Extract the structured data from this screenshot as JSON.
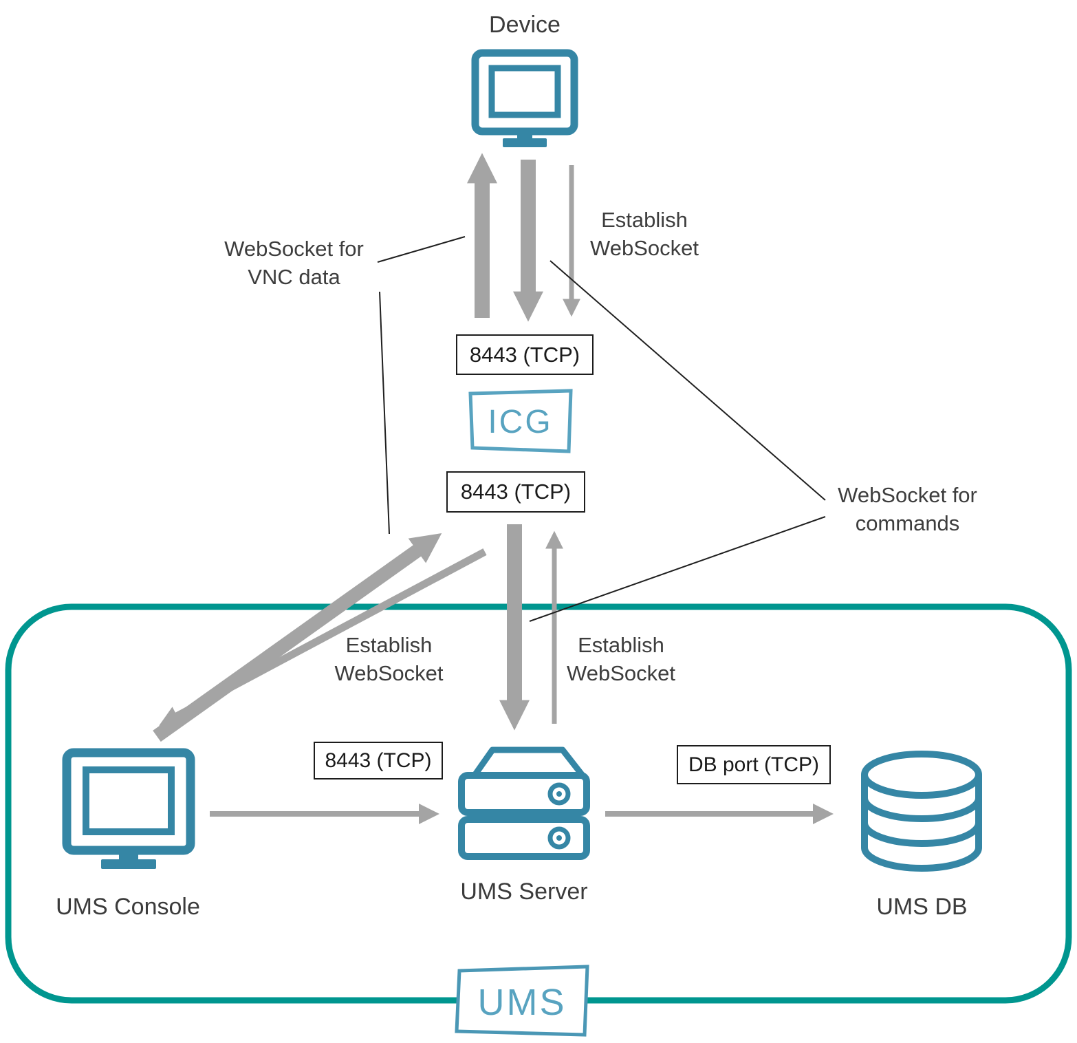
{
  "colors": {
    "node_teal": "#3586a5",
    "light_teal": "#58a3c0",
    "group_border_teal": "#00968f",
    "arrow_gray": "#a4a4a4",
    "text_dark": "#3d3d3d"
  },
  "nodes": {
    "device": {
      "label": "Device"
    },
    "icg": {
      "label": "ICG"
    },
    "ums_console": {
      "label": "UMS Console"
    },
    "ums_server": {
      "label": "UMS Server"
    },
    "ums_db": {
      "label": "UMS DB"
    },
    "ums_group": {
      "label": "UMS"
    }
  },
  "port_boxes": {
    "device_to_icg": "8443 (TCP)",
    "icg_to_ums": "8443 (TCP)",
    "console_to_server": "8443 (TCP)",
    "server_to_db": "DB port (TCP)"
  },
  "annotations": {
    "establish_ws_top": {
      "line1": "Establish",
      "line2": "WebSocket"
    },
    "ws_vnc": {
      "line1": "WebSocket for",
      "line2": "VNC data"
    },
    "ws_commands": {
      "line1": "WebSocket for",
      "line2": "commands"
    },
    "establish_ws_console": {
      "line1": "Establish",
      "line2": "WebSocket"
    },
    "establish_ws_server": {
      "line1": "Establish",
      "line2": "WebSocket"
    }
  }
}
